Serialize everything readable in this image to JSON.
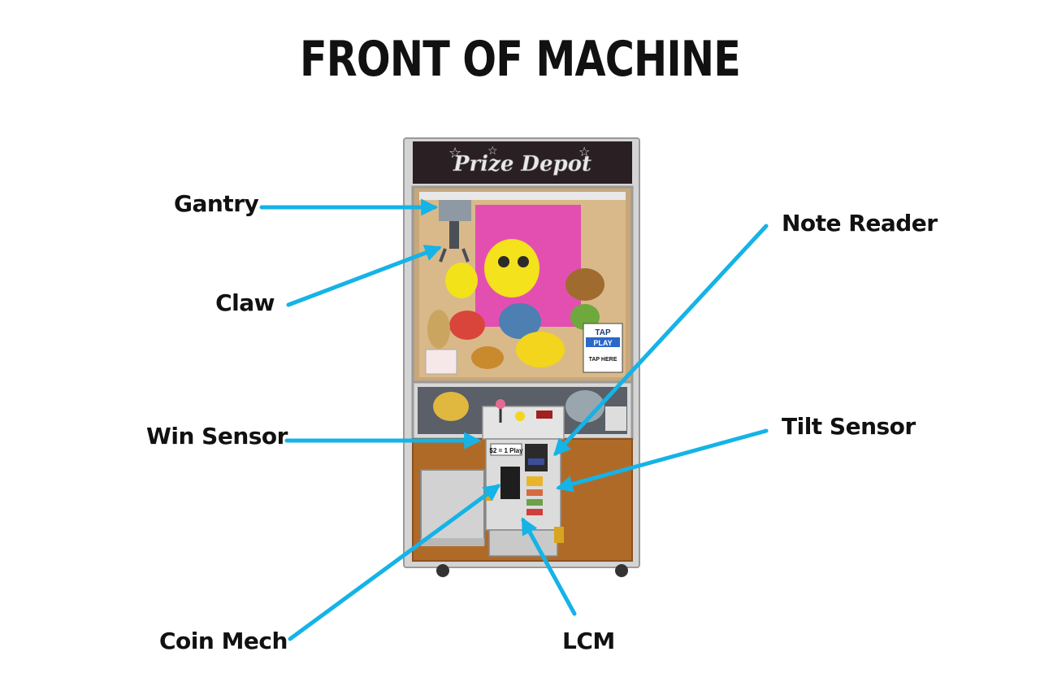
{
  "title": "FRONT OF MACHINE",
  "machine": {
    "marquee": "Prize Depot",
    "price_label": "$2 = 1 Play",
    "tap_label_1": "TAP",
    "tap_label_2": "PLAY",
    "tap_here": "TAP HERE"
  },
  "callouts": {
    "gantry": "Gantry",
    "claw": "Claw",
    "win_sensor": "Win Sensor",
    "coin_mech": "Coin Mech",
    "note_reader": "Note Reader",
    "tilt_sensor": "Tilt Sensor",
    "lcm": "LCM"
  },
  "colors": {
    "arrow": "#15b3e6",
    "title": "#111111",
    "cabinet_frame": "#c9c9c9",
    "wood": "#b06a28",
    "marquee_bg": "#2a1f22",
    "poster": "#e34fb1"
  }
}
